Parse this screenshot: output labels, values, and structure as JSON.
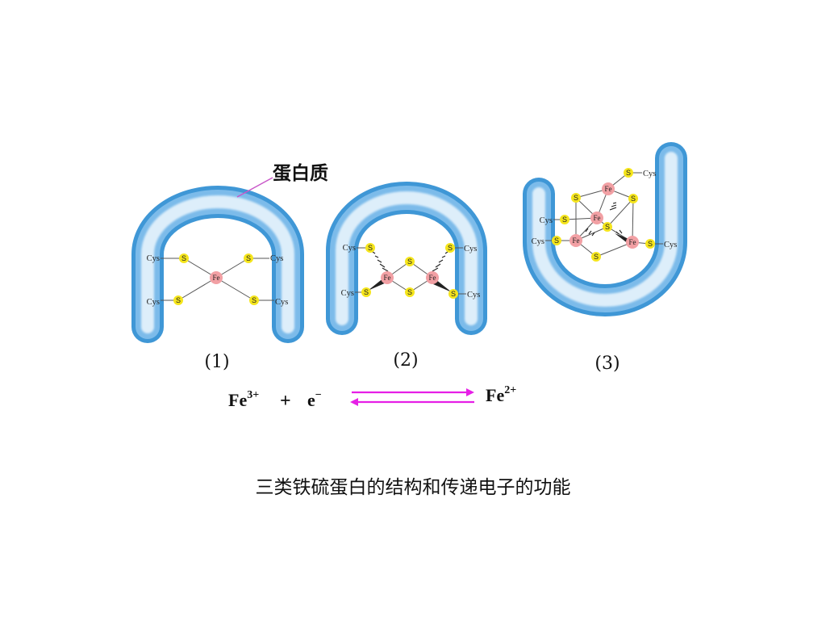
{
  "protein_label": "蛋白质",
  "panels": [
    {
      "label": "(1)"
    },
    {
      "label": "(2)"
    },
    {
      "label": "(3)"
    }
  ],
  "atoms": {
    "cys": "Cys",
    "sulfur": "S",
    "iron": "Fe"
  },
  "equation": {
    "left_species": "Fe",
    "left_charge": "3+",
    "plus": "+",
    "electron": "e",
    "electron_charge": "−",
    "right_species": "Fe",
    "right_charge": "2+"
  },
  "caption": "三类铁硫蛋白的结构和传递电子的功能",
  "colors": {
    "protein_outer": "#3f97d6",
    "protein_inner": "#ddeefa",
    "sulfur": "#f5e51c",
    "iron": "#f2a0a4",
    "arrow": "#e61fe6",
    "pointer": "#c855c8"
  }
}
